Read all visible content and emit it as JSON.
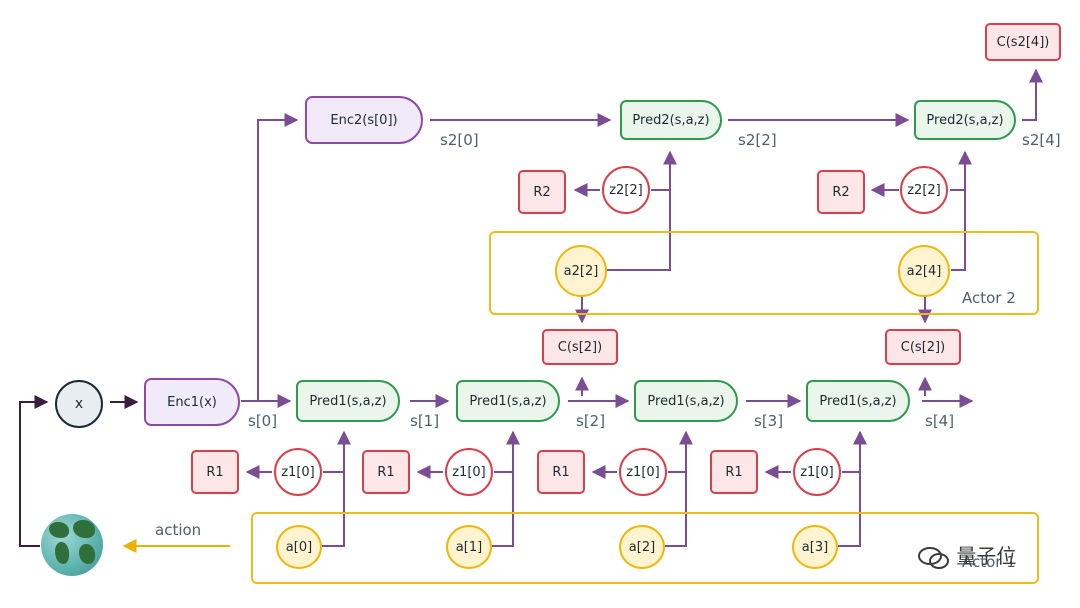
{
  "world": {
    "x_label": "x",
    "action_label": "action"
  },
  "encoders": {
    "enc1": "Enc1(x)",
    "enc2": "Enc2(s[0])"
  },
  "level1": {
    "pred_label": "Pred1(s,a,z)",
    "states": [
      "s[0]",
      "s[1]",
      "s[2]",
      "s[3]",
      "s[4]"
    ],
    "latents": [
      "z1[0]",
      "z1[0]",
      "z1[0]",
      "z1[0]"
    ],
    "rewards": [
      "R1",
      "R1",
      "R1",
      "R1"
    ],
    "actions": [
      "a[0]",
      "a[1]",
      "a[2]",
      "a[3]"
    ],
    "actor_label": "Actor 1"
  },
  "level2": {
    "pred_label": "Pred2(s,a,z)",
    "states": [
      "s2[0]",
      "s2[2]",
      "s2[4]"
    ],
    "latents": [
      "z2[2]",
      "z2[2]"
    ],
    "rewards": [
      "R2",
      "R2"
    ],
    "actions": [
      "a2[2]",
      "a2[4]"
    ],
    "costs": [
      "C(s[2])",
      "C(s[2])"
    ],
    "final_cost": "C(s2[4])",
    "actor_label": "Actor 2"
  },
  "watermark": {
    "icon": "wechat-icon",
    "text": "量子位"
  },
  "colors": {
    "arrow": "#7a4d94",
    "action_arrow": "#e8b200",
    "enc_border": "#8d4aa6",
    "pred_border": "#2e9a4e",
    "red_border": "#d8404c",
    "actor_border": "#f0bc1c"
  }
}
